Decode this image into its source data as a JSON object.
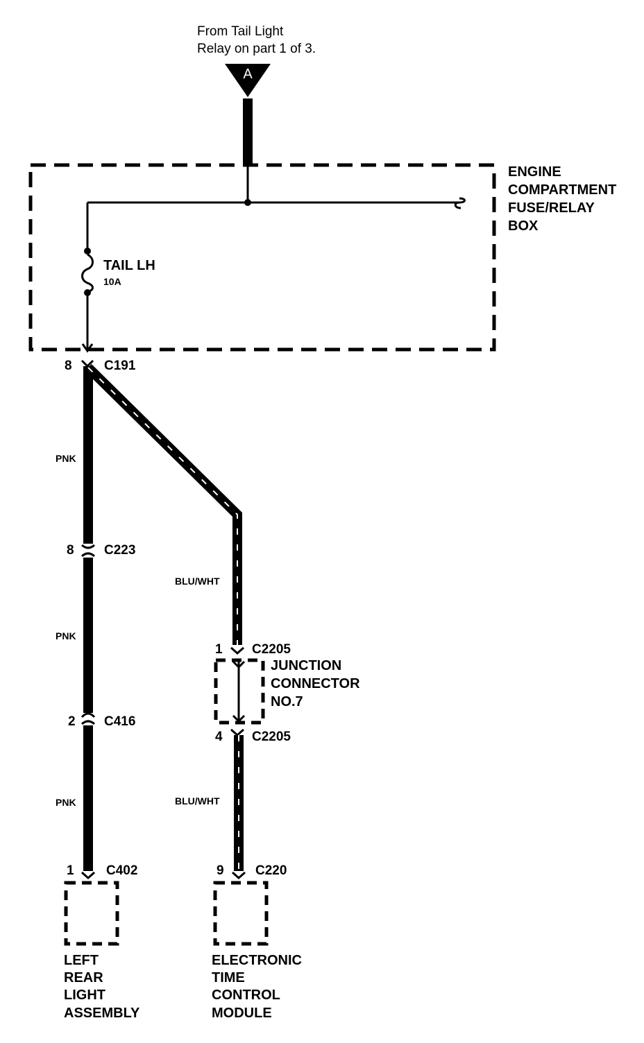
{
  "source": {
    "note_line1": "From Tail Light",
    "note_line2": "Relay on part 1 of 3.",
    "connector_label": "A"
  },
  "fuse_box": {
    "title_lines": [
      "ENGINE",
      "COMPARTMENT",
      "FUSE/RELAY",
      "BOX"
    ]
  },
  "fuse": {
    "name": "TAIL LH",
    "rating": "10A"
  },
  "connectors": {
    "c191": {
      "pin": "8",
      "name": "C191"
    },
    "c223": {
      "pin": "8",
      "name": "C223"
    },
    "c416": {
      "pin": "2",
      "name": "C416"
    },
    "c402": {
      "pin": "1",
      "name": "C402"
    },
    "c2205_in": {
      "pin": "1",
      "name": "C2205"
    },
    "c2205_out": {
      "pin": "4",
      "name": "C2205"
    },
    "c220": {
      "pin": "9",
      "name": "C220"
    }
  },
  "wires": {
    "pnk_1": "PNK",
    "pnk_2": "PNK",
    "pnk_3": "PNK",
    "blu_wht_1": "BLU/WHT",
    "blu_wht_2": "BLU/WHT"
  },
  "junction": {
    "title_lines": [
      "JUNCTION",
      "CONNECTOR",
      "NO.7"
    ]
  },
  "components": {
    "left_rear_light": {
      "label_lines": [
        "LEFT",
        "REAR",
        "LIGHT",
        "ASSEMBLY"
      ]
    },
    "etcm": {
      "label_lines": [
        "ELECTRONIC",
        "TIME",
        "CONTROL",
        "MODULE"
      ]
    }
  },
  "colors": {
    "ink": "#000000",
    "paper": "#ffffff"
  }
}
